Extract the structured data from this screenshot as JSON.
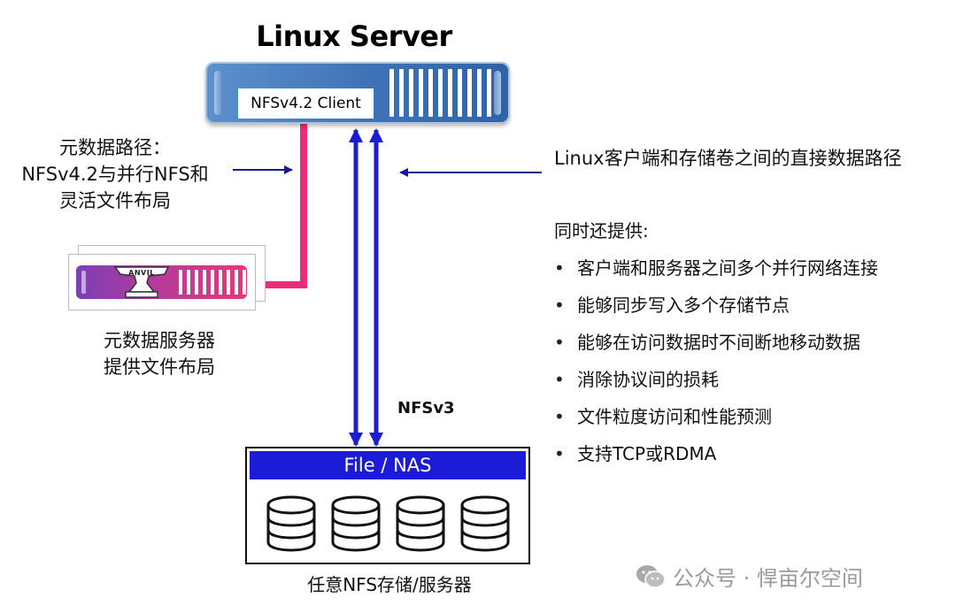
{
  "server": {
    "title": "Linux Server",
    "client_label": "NFSv4.2 Client"
  },
  "left_annotation": {
    "lines": [
      "元数据路径：",
      "NFSv4.2与并行NFS和",
      "灵活文件布局"
    ]
  },
  "right_annotation": {
    "direct_path": "Linux客户端和存储卷之间的直接数据路径",
    "heading": "同时还提供:",
    "bullets": [
      "客户端和服务器之间多个并行网络连接",
      "能够同步写入多个存储节点",
      "能够在访问数据时不间断地移动数据",
      "消除协议间的损耗",
      "文件粒度访问和性能预测",
      "支持TCP或RDMA"
    ]
  },
  "metadata_server": {
    "device_label": "ANVIL",
    "caption_lines": [
      "元数据服务器",
      "提供文件布局"
    ]
  },
  "protocol_label": "NFSv3",
  "nas": {
    "header": "File / NAS",
    "caption": "任意NFS存储/服务器"
  },
  "watermark": {
    "text": "公众号 · 悍亩尔空间"
  },
  "colors": {
    "server_blue": "#3d73b6",
    "arrow_blue": "#1c1cd6",
    "meta_path_pink": "#ee2a7b",
    "nas_header_blue": "#1c1cd6"
  }
}
